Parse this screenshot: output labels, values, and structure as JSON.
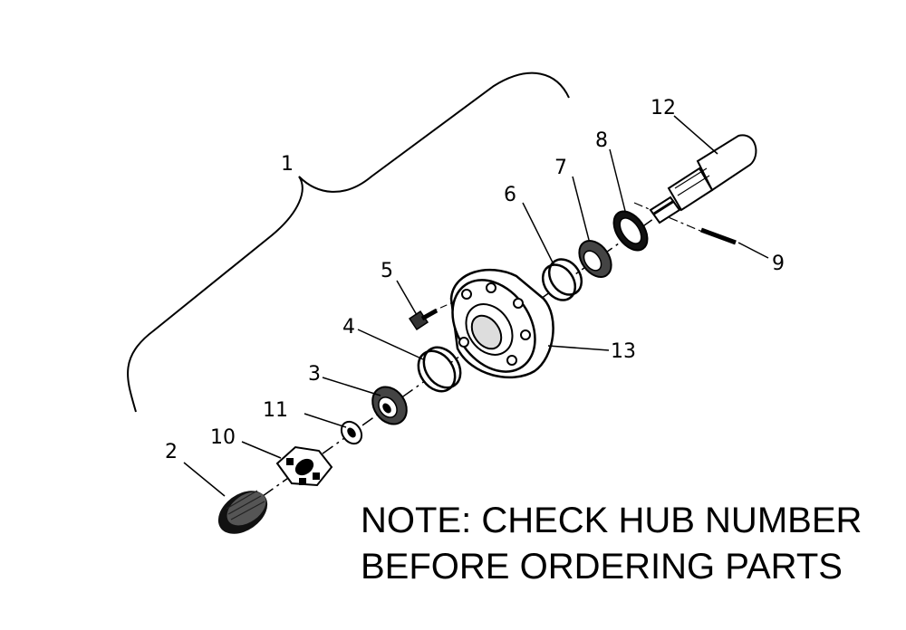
{
  "callouts": {
    "c1": "1",
    "c2": "2",
    "c3": "3",
    "c4": "4",
    "c5": "5",
    "c6": "6",
    "c7": "7",
    "c8": "8",
    "c9": "9",
    "c10": "10",
    "c11": "11",
    "c12": "12",
    "c13": "13"
  },
  "note": {
    "line1": "NOTE:  CHECK HUB NUMBER",
    "line2": "BEFORE ORDERING PARTS"
  },
  "parts": [
    {
      "id": "2",
      "icon": "dust-cap-icon"
    },
    {
      "id": "3",
      "icon": "outer-bearing-cone-icon"
    },
    {
      "id": "4",
      "icon": "outer-bearing-cup-icon"
    },
    {
      "id": "5",
      "icon": "wheel-bolt-icon"
    },
    {
      "id": "6",
      "icon": "inner-bearing-cup-icon"
    },
    {
      "id": "7",
      "icon": "inner-bearing-cone-icon"
    },
    {
      "id": "8",
      "icon": "grease-seal-icon"
    },
    {
      "id": "9",
      "icon": "cotter-pin-icon"
    },
    {
      "id": "10",
      "icon": "castle-nut-icon"
    },
    {
      "id": "11",
      "icon": "washer-icon"
    },
    {
      "id": "12",
      "icon": "spindle-icon"
    },
    {
      "id": "13",
      "icon": "hub-icon"
    }
  ]
}
